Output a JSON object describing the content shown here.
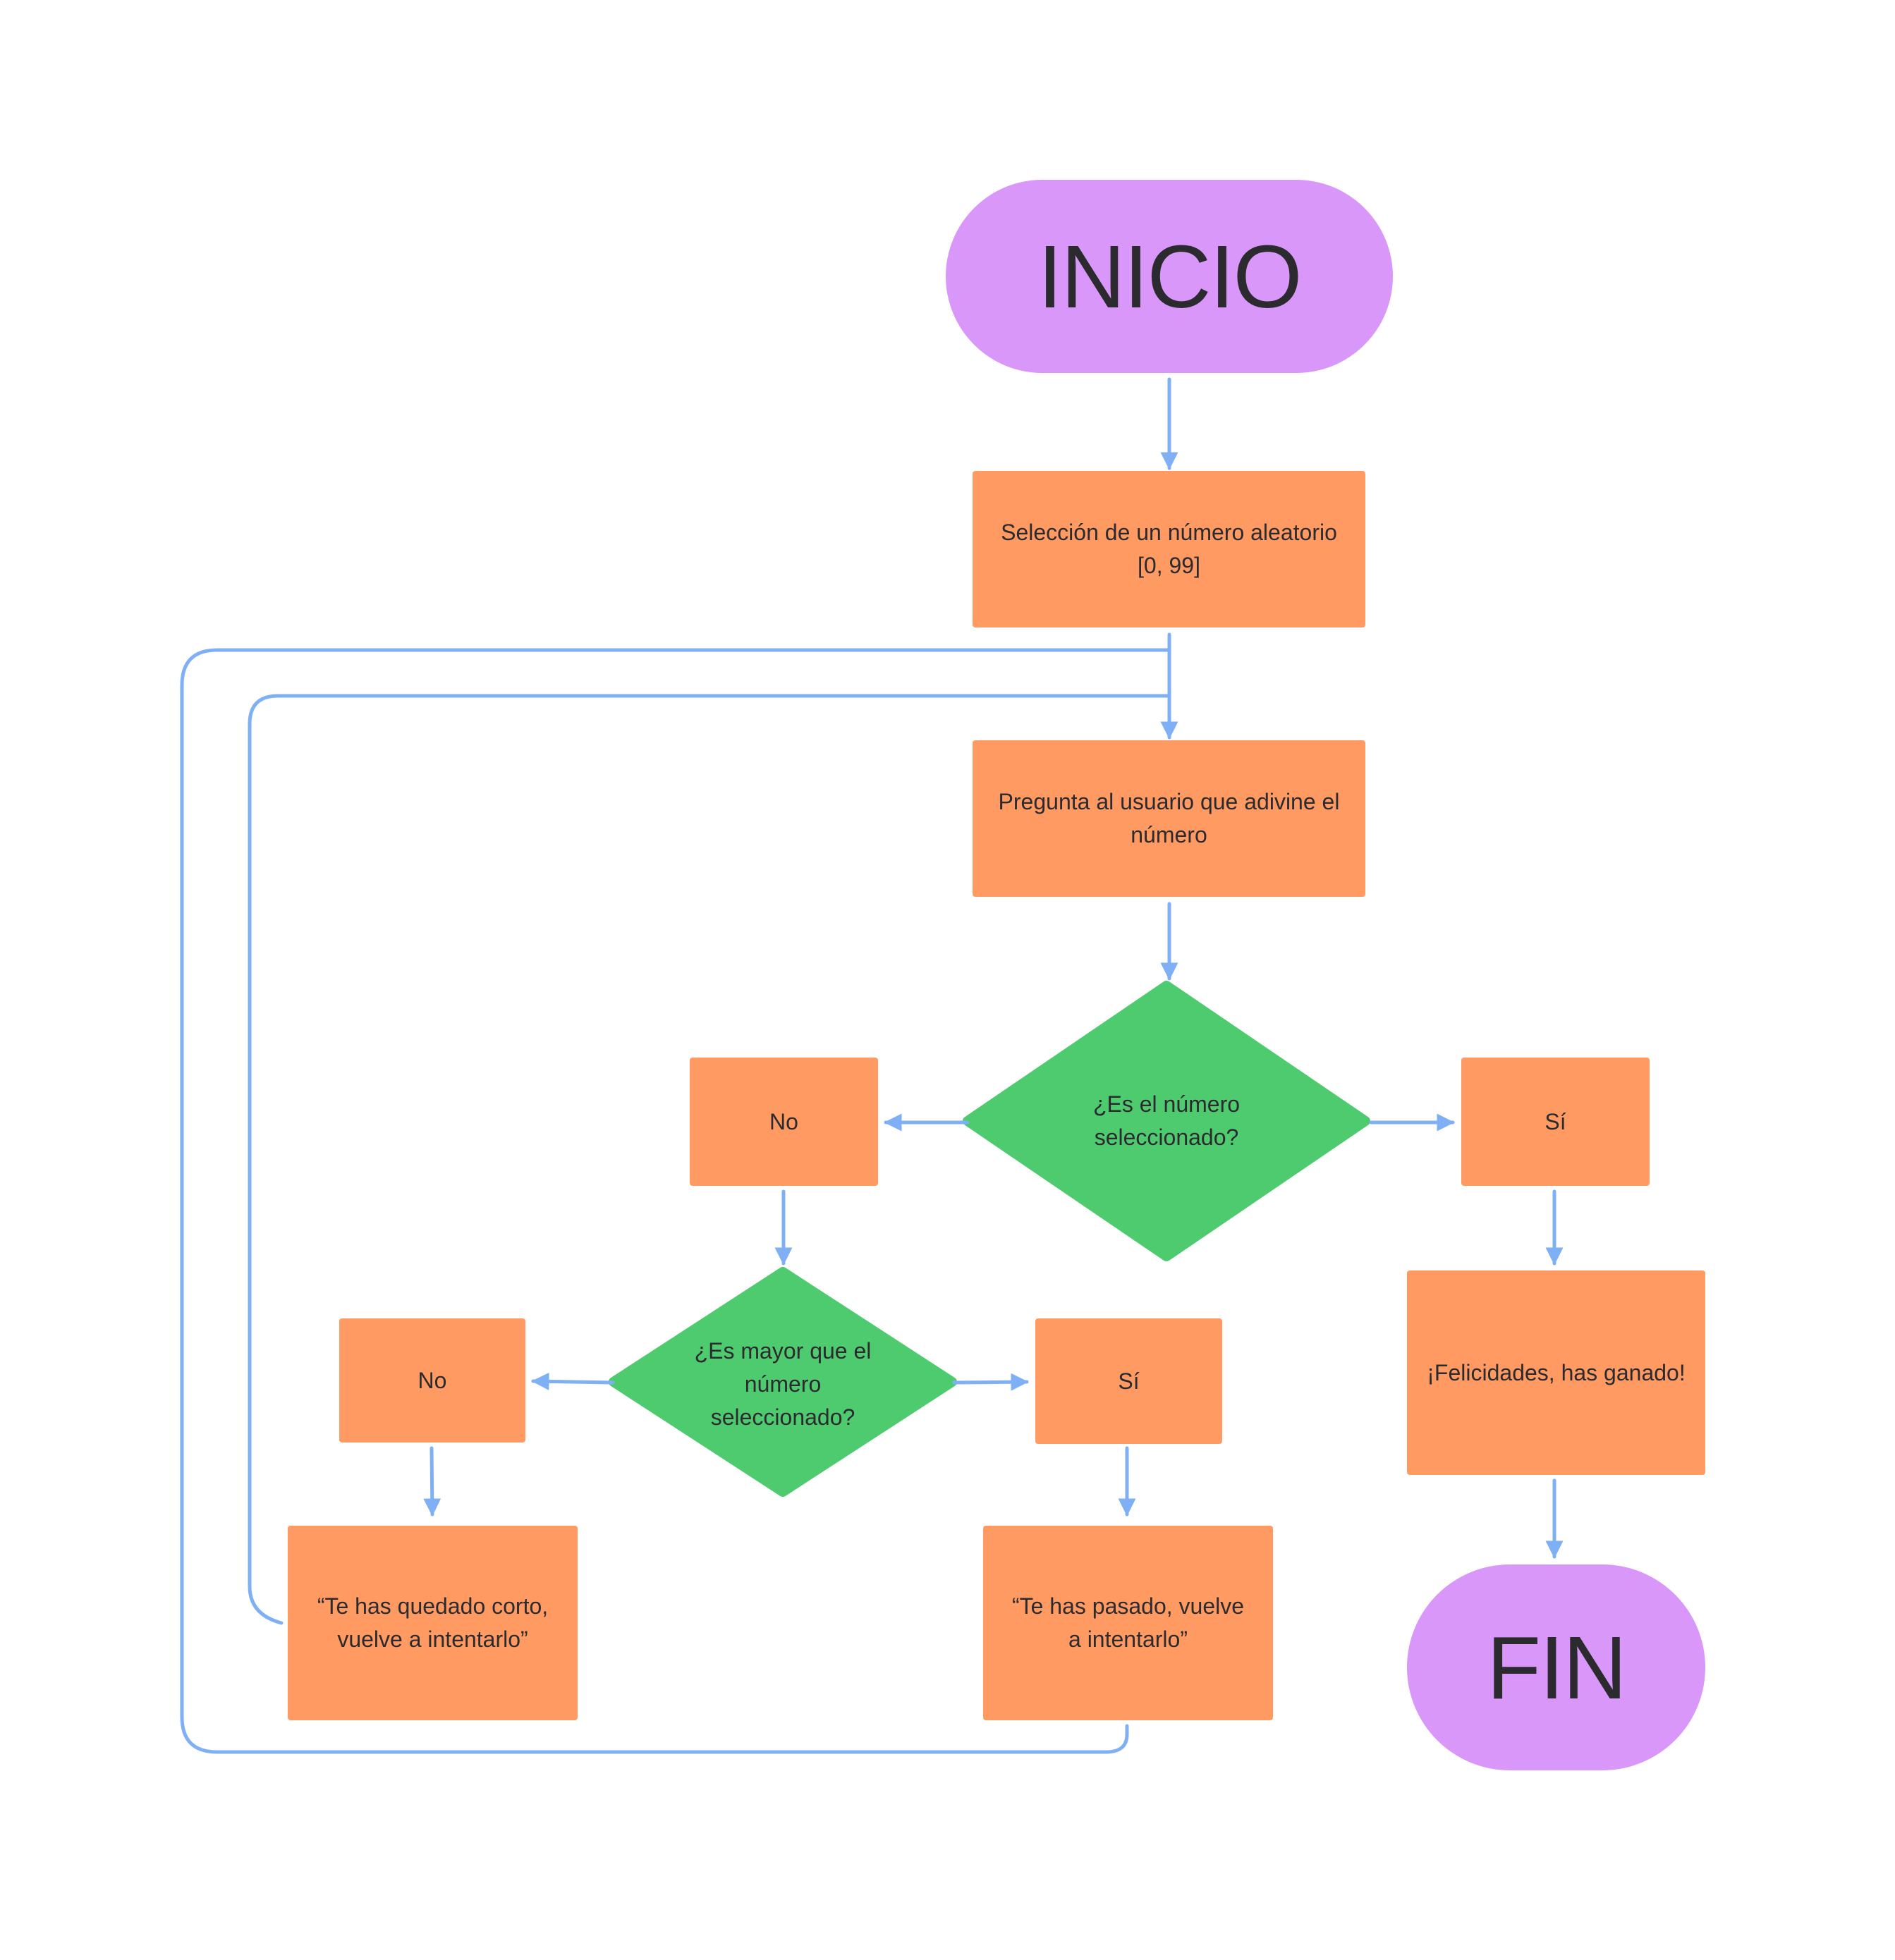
{
  "diagram": {
    "start": "INICIO",
    "select_number": "Selección de un número aleatorio [0, 99]",
    "ask_user": "Pregunta al usuario que adivine el número",
    "decision_equal": "¿Es el número seleccionado?",
    "equal_no": "No",
    "equal_yes": "Sí",
    "decision_greater": "¿Es mayor que el número seleccionado?",
    "greater_no": "No",
    "greater_yes": "Sí",
    "msg_short": "“Te has quedado corto, vuelve a intentarlo”",
    "msg_over": "“Te has pasado, vuelve a intentarlo”",
    "msg_win": "¡Felicidades, has ganado!",
    "end": "FIN"
  },
  "colors": {
    "terminal": "#d897f9",
    "process": "#fe9a62",
    "decision": "#4fcb6f",
    "connector": "#7fb0f5",
    "text": "#2b2b2f"
  }
}
